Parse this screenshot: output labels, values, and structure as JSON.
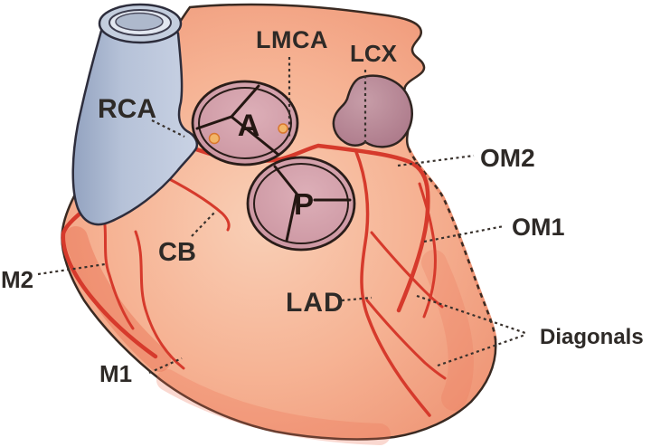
{
  "figure": {
    "description_labels": {
      "lmca": "LMCA",
      "lcx": "LCX",
      "rca": "RCA",
      "om2": "OM2",
      "om1": "OM1",
      "m2": "M2",
      "cb": "CB",
      "lad": "LAD",
      "m1": "M1",
      "diagonals": "Diagonals",
      "aortic_valve": "A",
      "pulmonary_valve": "P"
    },
    "palette": {
      "background": "#ffffff",
      "heart_center": "#f9cfb6",
      "heart_mid": "#f6b394",
      "heart_edge": "#ec8a6a",
      "artery_red": "#d63a2c",
      "aorta_blue": "#b6c2d8",
      "aorta_blue_dark": "#93a3c0",
      "valve_fill": "#d4a2ad",
      "appendage_mauve": "#bb8b98",
      "ostium_orange": "#f2b568",
      "outline_dark": "#3a2a22",
      "label_text": "#2e2a27"
    }
  }
}
